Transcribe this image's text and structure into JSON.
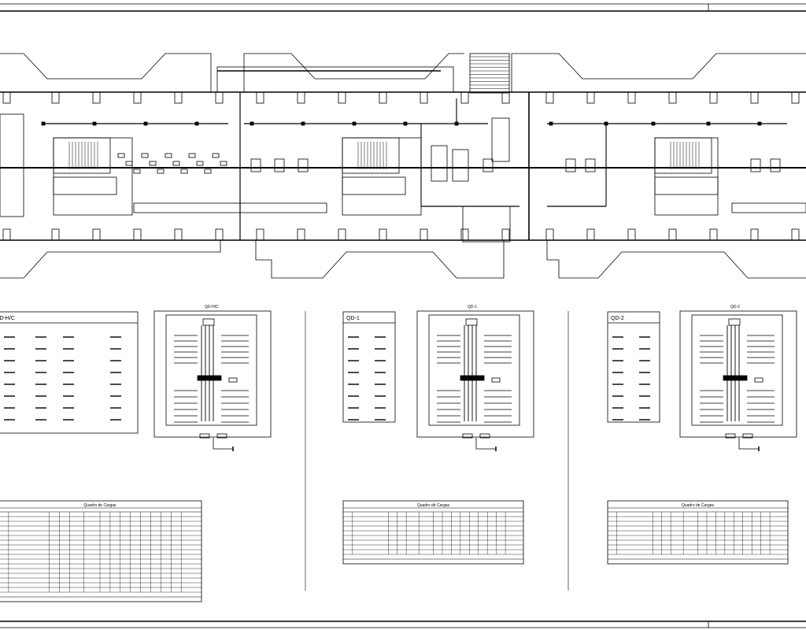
{
  "drawing": {
    "panels": [
      {
        "legend_title": "QD-H/C",
        "diagram_title": "QD-H/C",
        "table_title": "Quadro de Cargas"
      },
      {
        "legend_title": "QD-1",
        "diagram_title": "QD-1",
        "table_title": "Quadro de Cargas"
      },
      {
        "legend_title": "QD-2",
        "diagram_title": "QD-2",
        "table_title": "Quadro de Cargas"
      }
    ]
  }
}
